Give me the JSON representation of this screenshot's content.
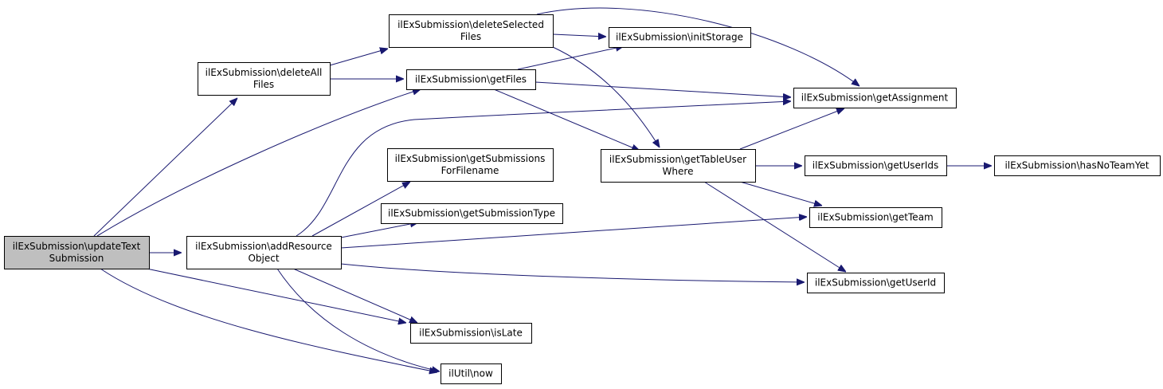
{
  "diagram": {
    "type": "call-graph",
    "colors": {
      "edge": "#191970",
      "root_fill": "#bfbfbf",
      "node_fill": "#ffffff",
      "border": "#000000"
    },
    "nodes": [
      {
        "id": "updateText",
        "lines": [
          "ilExSubmission\\updateText",
          "Submission"
        ],
        "root": true
      },
      {
        "id": "deleteAll",
        "lines": [
          "ilExSubmission\\deleteAll",
          "Files"
        ]
      },
      {
        "id": "addResource",
        "lines": [
          "ilExSubmission\\addResource",
          "Object"
        ]
      },
      {
        "id": "deleteSelected",
        "lines": [
          "ilExSubmission\\deleteSelected",
          "Files"
        ]
      },
      {
        "id": "getFiles",
        "lines": [
          "ilExSubmission\\getFiles"
        ]
      },
      {
        "id": "getSubsForFilename",
        "lines": [
          "ilExSubmission\\getSubmissions",
          "ForFilename"
        ]
      },
      {
        "id": "getSubType",
        "lines": [
          "ilExSubmission\\getSubmissionType"
        ]
      },
      {
        "id": "isLate",
        "lines": [
          "ilExSubmission\\isLate"
        ]
      },
      {
        "id": "now",
        "lines": [
          "ilUtil\\now"
        ]
      },
      {
        "id": "initStorage",
        "lines": [
          "ilExSubmission\\initStorage"
        ]
      },
      {
        "id": "getTableUser",
        "lines": [
          "ilExSubmission\\getTableUser",
          "Where"
        ]
      },
      {
        "id": "getAssignment",
        "lines": [
          "ilExSubmission\\getAssignment"
        ]
      },
      {
        "id": "getUserIds",
        "lines": [
          "ilExSubmission\\getUserIds"
        ]
      },
      {
        "id": "getTeam",
        "lines": [
          "ilExSubmission\\getTeam"
        ]
      },
      {
        "id": "getUserId",
        "lines": [
          "ilExSubmission\\getUserId"
        ]
      },
      {
        "id": "hasNoTeamYet",
        "lines": [
          "ilExSubmission\\hasNoTeamYet"
        ]
      }
    ],
    "edges": [
      {
        "from": "updateText",
        "to": "deleteAll"
      },
      {
        "from": "updateText",
        "to": "getFiles"
      },
      {
        "from": "updateText",
        "to": "addResource"
      },
      {
        "from": "updateText",
        "to": "isLate"
      },
      {
        "from": "updateText",
        "to": "now"
      },
      {
        "from": "deleteAll",
        "to": "deleteSelected"
      },
      {
        "from": "deleteAll",
        "to": "getFiles"
      },
      {
        "from": "deleteSelected",
        "to": "initStorage"
      },
      {
        "from": "deleteSelected",
        "to": "getAssignment"
      },
      {
        "from": "deleteSelected",
        "to": "getTableUser"
      },
      {
        "from": "getFiles",
        "to": "initStorage"
      },
      {
        "from": "getFiles",
        "to": "getAssignment"
      },
      {
        "from": "getFiles",
        "to": "getTableUser"
      },
      {
        "from": "addResource",
        "to": "getAssignment"
      },
      {
        "from": "addResource",
        "to": "getSubsForFilename"
      },
      {
        "from": "addResource",
        "to": "getSubType"
      },
      {
        "from": "addResource",
        "to": "getTeam"
      },
      {
        "from": "addResource",
        "to": "getUserId"
      },
      {
        "from": "addResource",
        "to": "isLate"
      },
      {
        "from": "addResource",
        "to": "now"
      },
      {
        "from": "getTableUser",
        "to": "getAssignment"
      },
      {
        "from": "getTableUser",
        "to": "getUserIds"
      },
      {
        "from": "getTableUser",
        "to": "getTeam"
      },
      {
        "from": "getTableUser",
        "to": "getUserId"
      },
      {
        "from": "getUserIds",
        "to": "hasNoTeamYet"
      }
    ]
  }
}
